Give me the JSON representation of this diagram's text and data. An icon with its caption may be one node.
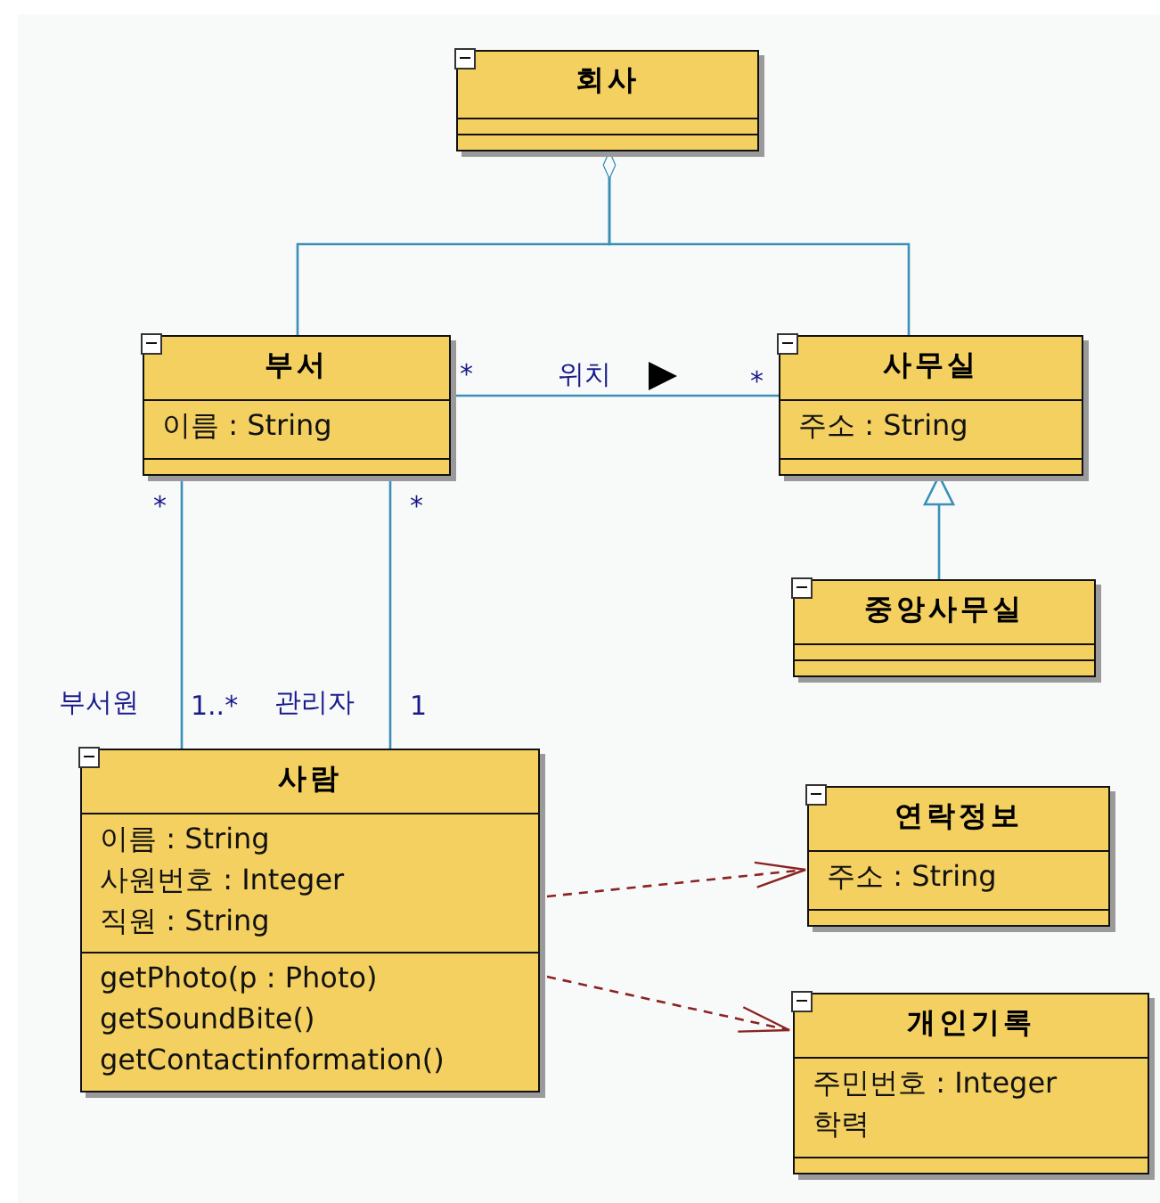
{
  "diagram": {
    "nodes": [
      {
        "text": [
          "회사"
        ]
      },
      {
        "text": [
          "부서",
          "이름 : String"
        ]
      },
      {
        "text": [
          "사무실",
          "주소 : String"
        ]
      },
      {
        "text": [
          "중앙사무실"
        ]
      },
      {
        "text": [
          "사람",
          "이름 : String",
          "사원번호 : Integer",
          "직원 : String",
          "getPhoto(p : Photo)",
          "getSoundBite()",
          "getContactinformation()"
        ]
      },
      {
        "text": [
          "연락정보",
          "주소 : String"
        ]
      },
      {
        "text": [
          "개인기록",
          "주민번호 : Integer",
          "학력"
        ]
      }
    ],
    "edges": [
      {
        "from": 1,
        "to": 0,
        "arrow": "other"
      },
      {
        "from": 2,
        "to": 0,
        "arrow": "other"
      },
      {
        "from": 1,
        "to": 2,
        "arrow": "none",
        "label": "위치"
      },
      {
        "from": 1,
        "to": 4,
        "arrow": "none"
      },
      {
        "from": 1,
        "to": 4,
        "arrow": "none"
      },
      {
        "from": 3,
        "to": 2,
        "arrow": "to"
      },
      {
        "from": 4,
        "to": 5,
        "arrow": "to",
        "style": "dashed",
        "color": "#8b2323"
      },
      {
        "from": 4,
        "to": 6,
        "arrow": "to",
        "style": "dashed",
        "color": "#8b2323"
      }
    ],
    "labels": [
      "*",
      "*",
      "*",
      "*",
      "부서원",
      "1..*",
      "관리자",
      "1"
    ]
  }
}
